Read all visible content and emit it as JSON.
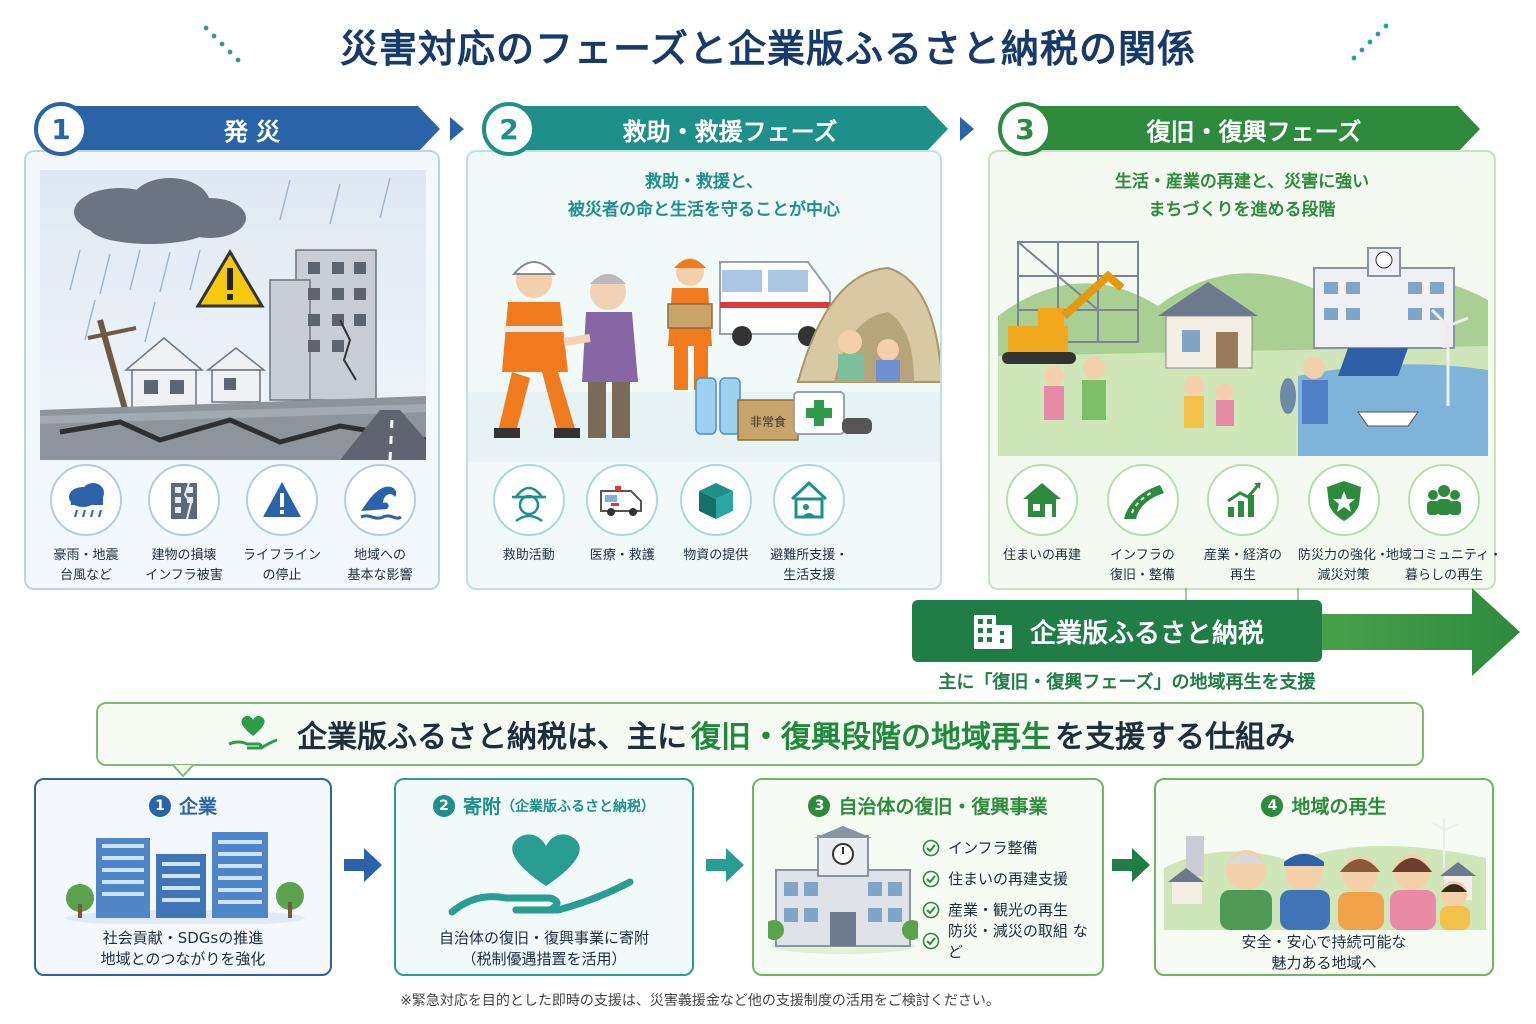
{
  "title": "災害対応のフェーズと企業版ふるさと納税の関係",
  "colors": {
    "blue": "#2b63a8",
    "teal": "#1f8f89",
    "green": "#2e8b3e",
    "dark_green": "#1f7d45"
  },
  "phases": [
    {
      "number": "1",
      "label": "発 災",
      "description": "",
      "icons": [
        {
          "icon": "rain-cloud-icon",
          "label_1": "豪雨・地震",
          "label_2": "台風など"
        },
        {
          "icon": "damaged-building-icon",
          "label_1": "建物の損壊",
          "label_2": "インフラ被害"
        },
        {
          "icon": "warning-icon",
          "label_1": "ライフライン",
          "label_2": "の停止"
        },
        {
          "icon": "wave-icon",
          "label_1": "地域への",
          "label_2": "基本な影響"
        }
      ]
    },
    {
      "number": "2",
      "label": "救助・救援フェーズ",
      "description_1": "救助・救援と、",
      "description_2": "被災者の命と生活を守ることが中心",
      "scene_box_label": "非常食",
      "icons": [
        {
          "icon": "rescuer-helmet-icon",
          "label_1": "救助活動",
          "label_2": ""
        },
        {
          "icon": "ambulance-icon",
          "label_1": "医療・救護",
          "label_2": ""
        },
        {
          "icon": "supply-box-icon",
          "label_1": "物資の提供",
          "label_2": ""
        },
        {
          "icon": "shelter-icon",
          "label_1": "避難所支援・",
          "label_2": "生活支援"
        }
      ]
    },
    {
      "number": "3",
      "label": "復旧・復興フェーズ",
      "description_1": "生活・産業の再建と、災害に強い",
      "description_2": "まちづくりを進める段階",
      "icons": [
        {
          "icon": "house-icon",
          "label_1": "住まいの再建",
          "label_2": ""
        },
        {
          "icon": "road-icon",
          "label_1": "インフラの",
          "label_2": "復旧・整備"
        },
        {
          "icon": "growth-chart-icon",
          "label_1": "産業・経済の",
          "label_2": "再生"
        },
        {
          "icon": "shield-icon",
          "label_1": "防災力の強化・",
          "label_2": "減災対策"
        },
        {
          "icon": "community-icon",
          "label_1": "地域コミュニティ・",
          "label_2": "暮らしの再生"
        }
      ]
    }
  ],
  "furusato": {
    "label": "企業版ふるさと納税",
    "sub": "主に「復旧・復興フェーズ」の地域再生を支援"
  },
  "summary": {
    "part1": "企業版ふるさと納税は、主に",
    "highlight": "復旧・復興段階の地域再生",
    "part2": "を支援する仕組み"
  },
  "flow": [
    {
      "number": "1",
      "title": "企業",
      "title_small": "",
      "desc_1": "社会貢献・SDGsの推進",
      "desc_2": "地域とのつながりを強化"
    },
    {
      "number": "2",
      "title": "寄附",
      "title_small": "（企業版ふるさと納税）",
      "desc_1": "自治体の復旧・復興事業に寄附",
      "desc_2": "（税制優遇措置を活用）"
    },
    {
      "number": "3",
      "title": "自治体の復旧・復興事業",
      "title_small": "",
      "checks": [
        "インフラ整備",
        "住まいの再建支援",
        "産業・観光の再生",
        "防災・減災の取組 など"
      ]
    },
    {
      "number": "4",
      "title": "地域の再生",
      "title_small": "",
      "desc_1": "安全・安心で持続可能な",
      "desc_2": "魅力ある地域へ"
    }
  ],
  "footnote": "※緊急対応を目的とした即時の支援は、災害義援金など他の支援制度の活用をご検討ください。"
}
